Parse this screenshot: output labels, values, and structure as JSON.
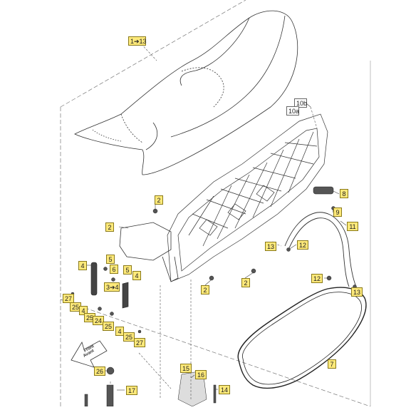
{
  "diagram": {
    "front_label_line1": "Front",
    "front_label_line2": "Avant",
    "colors": {
      "callout_fill": "#fde97a",
      "callout_border": "#8a7a1a",
      "line": "#333333",
      "dashed": "#555555"
    },
    "callouts": [
      {
        "id": "c-1-13",
        "text": "1➔13",
        "style": "yellow"
      },
      {
        "id": "c-10b",
        "text": "10b",
        "style": "plain"
      },
      {
        "id": "c-10a",
        "text": "10a",
        "style": "plain"
      },
      {
        "id": "c-2-a",
        "text": "2",
        "style": "yellow"
      },
      {
        "id": "c-8",
        "text": "8",
        "style": "yellow"
      },
      {
        "id": "c-9",
        "text": "9",
        "style": "yellow"
      },
      {
        "id": "c-2-b",
        "text": "2",
        "style": "yellow"
      },
      {
        "id": "c-11",
        "text": "11",
        "style": "yellow"
      },
      {
        "id": "c-13-a",
        "text": "13",
        "style": "yellow"
      },
      {
        "id": "c-12-a",
        "text": "12",
        "style": "yellow"
      },
      {
        "id": "c-5-a",
        "text": "5",
        "style": "yellow"
      },
      {
        "id": "c-4-a",
        "text": "4",
        "style": "yellow"
      },
      {
        "id": "c-6",
        "text": "6",
        "style": "yellow"
      },
      {
        "id": "c-5-b",
        "text": "5",
        "style": "yellow"
      },
      {
        "id": "c-4-b",
        "text": "4",
        "style": "yellow"
      },
      {
        "id": "c-3-4",
        "text": "3➔4",
        "style": "yellow"
      },
      {
        "id": "c-2-c",
        "text": "2",
        "style": "yellow"
      },
      {
        "id": "c-2-d",
        "text": "2",
        "style": "yellow"
      },
      {
        "id": "c-12-b",
        "text": "12",
        "style": "yellow"
      },
      {
        "id": "c-13-b",
        "text": "13",
        "style": "yellow"
      },
      {
        "id": "c-27-a",
        "text": "27",
        "style": "yellow"
      },
      {
        "id": "c-25-a",
        "text": "25",
        "style": "yellow"
      },
      {
        "id": "c-4-c",
        "text": "4",
        "style": "yellow"
      },
      {
        "id": "c-25-b",
        "text": "25",
        "style": "yellow"
      },
      {
        "id": "c-24",
        "text": "24",
        "style": "yellow"
      },
      {
        "id": "c-25-c",
        "text": "25",
        "style": "yellow"
      },
      {
        "id": "c-4-d",
        "text": "4",
        "style": "yellow"
      },
      {
        "id": "c-25-d",
        "text": "25",
        "style": "yellow"
      },
      {
        "id": "c-27-b",
        "text": "27",
        "style": "yellow"
      },
      {
        "id": "c-7",
        "text": "7",
        "style": "yellow"
      },
      {
        "id": "c-26",
        "text": "26",
        "style": "yellow"
      },
      {
        "id": "c-17",
        "text": "17",
        "style": "yellow"
      },
      {
        "id": "c-15",
        "text": "15",
        "style": "yellow"
      },
      {
        "id": "c-16",
        "text": "16",
        "style": "yellow"
      },
      {
        "id": "c-14",
        "text": "14",
        "style": "yellow"
      }
    ]
  }
}
